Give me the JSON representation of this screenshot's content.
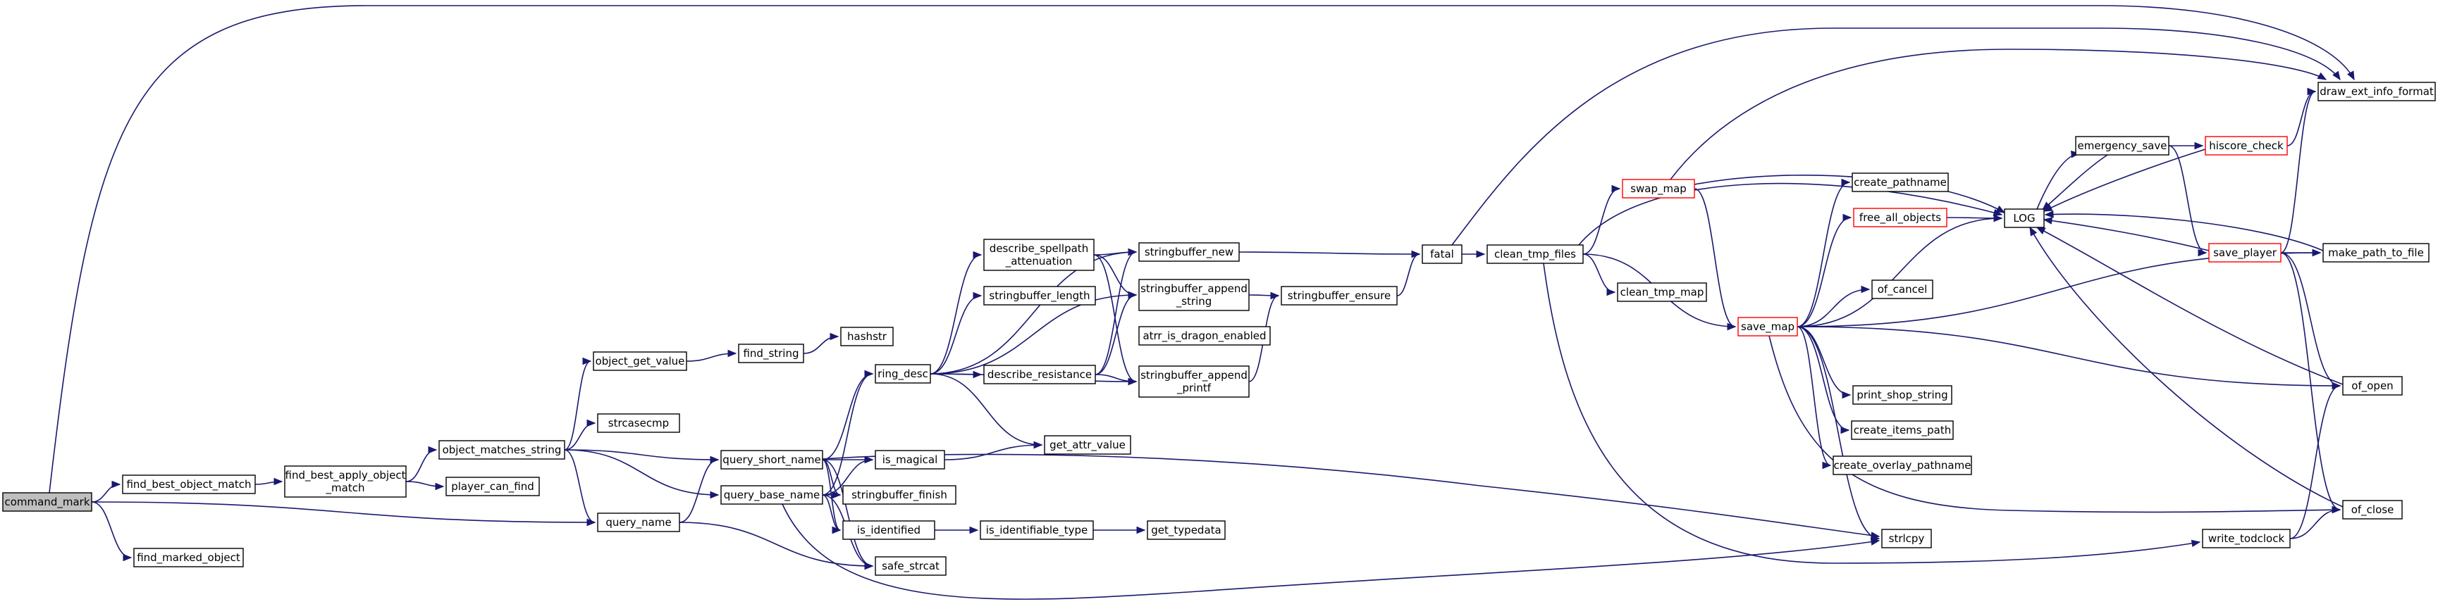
{
  "diagram": {
    "type": "call-graph",
    "colors": {
      "edge": "#191970",
      "root_fill": "#bfbfbf",
      "node_fill": "#ffffff",
      "node_border": "#000000",
      "truncated_border": "#ff0000"
    },
    "nodes": [
      {
        "id": "command_mark",
        "lines": [
          "command_mark"
        ],
        "root": true
      },
      {
        "id": "find_best_object_match",
        "lines": [
          "find_best_object_match"
        ]
      },
      {
        "id": "find_marked_object",
        "lines": [
          "find_marked_object"
        ]
      },
      {
        "id": "query_name",
        "lines": [
          "query_name"
        ]
      },
      {
        "id": "find_best_apply_object_match",
        "lines": [
          "find_best_apply_object",
          "_match"
        ]
      },
      {
        "id": "object_matches_string",
        "lines": [
          "object_matches_string"
        ]
      },
      {
        "id": "player_can_find",
        "lines": [
          "player_can_find"
        ]
      },
      {
        "id": "object_get_value",
        "lines": [
          "object_get_value"
        ]
      },
      {
        "id": "strcasecmp",
        "lines": [
          "strcasecmp"
        ]
      },
      {
        "id": "query_short_name",
        "lines": [
          "query_short_name"
        ]
      },
      {
        "id": "query_base_name",
        "lines": [
          "query_base_name"
        ]
      },
      {
        "id": "find_string",
        "lines": [
          "find_string"
        ]
      },
      {
        "id": "hashstr",
        "lines": [
          "hashstr"
        ]
      },
      {
        "id": "ring_desc",
        "lines": [
          "ring_desc"
        ]
      },
      {
        "id": "is_magical",
        "lines": [
          "is_magical"
        ]
      },
      {
        "id": "stringbuffer_finish",
        "lines": [
          "stringbuffer_finish"
        ]
      },
      {
        "id": "is_identified",
        "lines": [
          "is_identified"
        ]
      },
      {
        "id": "safe_strcat",
        "lines": [
          "safe_strcat"
        ]
      },
      {
        "id": "describe_spellpath_attenuation",
        "lines": [
          "describe_spellpath",
          "_attenuation"
        ]
      },
      {
        "id": "stringbuffer_length",
        "lines": [
          "stringbuffer_length"
        ]
      },
      {
        "id": "describe_resistance",
        "lines": [
          "describe_resistance"
        ]
      },
      {
        "id": "get_attr_value",
        "lines": [
          "get_attr_value"
        ]
      },
      {
        "id": "is_identifiable_type",
        "lines": [
          "is_identifiable_type"
        ]
      },
      {
        "id": "get_typedata",
        "lines": [
          "get_typedata"
        ]
      },
      {
        "id": "stringbuffer_new",
        "lines": [
          "stringbuffer_new"
        ]
      },
      {
        "id": "stringbuffer_append_string",
        "lines": [
          "stringbuffer_append",
          "_string"
        ]
      },
      {
        "id": "atrr_is_dragon_enabled",
        "lines": [
          "atrr_is_dragon_enabled"
        ]
      },
      {
        "id": "stringbuffer_append_printf",
        "lines": [
          "stringbuffer_append",
          "_printf"
        ]
      },
      {
        "id": "stringbuffer_ensure",
        "lines": [
          "stringbuffer_ensure"
        ]
      },
      {
        "id": "fatal",
        "lines": [
          "fatal"
        ]
      },
      {
        "id": "clean_tmp_files",
        "lines": [
          "clean_tmp_files"
        ]
      },
      {
        "id": "clean_tmp_map",
        "lines": [
          "clean_tmp_map"
        ]
      },
      {
        "id": "swap_map",
        "lines": [
          "swap_map"
        ],
        "truncated": true
      },
      {
        "id": "save_map",
        "lines": [
          "save_map"
        ],
        "truncated": true
      },
      {
        "id": "create_pathname",
        "lines": [
          "create_pathname"
        ]
      },
      {
        "id": "free_all_objects",
        "lines": [
          "free_all_objects"
        ],
        "truncated": true
      },
      {
        "id": "of_cancel",
        "lines": [
          "of_cancel"
        ]
      },
      {
        "id": "print_shop_string",
        "lines": [
          "print_shop_string"
        ]
      },
      {
        "id": "create_items_path",
        "lines": [
          "create_items_path"
        ]
      },
      {
        "id": "create_overlay_pathname",
        "lines": [
          "create_overlay_pathname"
        ]
      },
      {
        "id": "strlcpy",
        "lines": [
          "strlcpy"
        ]
      },
      {
        "id": "write_todclock",
        "lines": [
          "write_todclock"
        ]
      },
      {
        "id": "LOG",
        "lines": [
          "LOG"
        ]
      },
      {
        "id": "emergency_save",
        "lines": [
          "emergency_save"
        ]
      },
      {
        "id": "hiscore_check",
        "lines": [
          "hiscore_check"
        ],
        "truncated": true
      },
      {
        "id": "save_player",
        "lines": [
          "save_player"
        ],
        "truncated": true
      },
      {
        "id": "draw_ext_info_format",
        "lines": [
          "draw_ext_info_format"
        ]
      },
      {
        "id": "make_path_to_file",
        "lines": [
          "make_path_to_file"
        ]
      },
      {
        "id": "of_open",
        "lines": [
          "of_open"
        ]
      },
      {
        "id": "of_close",
        "lines": [
          "of_close"
        ]
      }
    ],
    "edges": [
      [
        "command_mark",
        "find_best_object_match"
      ],
      [
        "command_mark",
        "find_marked_object"
      ],
      [
        "command_mark",
        "query_name"
      ],
      [
        "command_mark",
        "draw_ext_info_format"
      ],
      [
        "find_best_object_match",
        "find_best_apply_object_match"
      ],
      [
        "find_best_apply_object_match",
        "object_matches_string"
      ],
      [
        "find_best_apply_object_match",
        "player_can_find"
      ],
      [
        "object_matches_string",
        "object_get_value"
      ],
      [
        "object_matches_string",
        "strcasecmp"
      ],
      [
        "object_matches_string",
        "query_short_name"
      ],
      [
        "object_matches_string",
        "query_base_name"
      ],
      [
        "object_matches_string",
        "query_name"
      ],
      [
        "object_get_value",
        "find_string"
      ],
      [
        "find_string",
        "hashstr"
      ],
      [
        "query_name",
        "query_short_name"
      ],
      [
        "query_name",
        "safe_strcat"
      ],
      [
        "query_short_name",
        "ring_desc"
      ],
      [
        "query_short_name",
        "is_magical"
      ],
      [
        "query_short_name",
        "stringbuffer_finish"
      ],
      [
        "query_short_name",
        "is_identified"
      ],
      [
        "query_short_name",
        "safe_strcat"
      ],
      [
        "query_short_name",
        "strlcpy"
      ],
      [
        "query_base_name",
        "ring_desc"
      ],
      [
        "query_base_name",
        "is_magical"
      ],
      [
        "query_base_name",
        "stringbuffer_finish"
      ],
      [
        "query_base_name",
        "is_identified"
      ],
      [
        "query_base_name",
        "safe_strcat"
      ],
      [
        "query_base_name",
        "strlcpy"
      ],
      [
        "ring_desc",
        "stringbuffer_new"
      ],
      [
        "ring_desc",
        "describe_spellpath_attenuation"
      ],
      [
        "ring_desc",
        "stringbuffer_length"
      ],
      [
        "ring_desc",
        "describe_resistance"
      ],
      [
        "ring_desc",
        "get_attr_value"
      ],
      [
        "ring_desc",
        "stringbuffer_append_string"
      ],
      [
        "ring_desc",
        "stringbuffer_append_printf"
      ],
      [
        "is_magical",
        "get_attr_value"
      ],
      [
        "is_identified",
        "is_identifiable_type"
      ],
      [
        "is_identifiable_type",
        "get_typedata"
      ],
      [
        "describe_spellpath_attenuation",
        "stringbuffer_new"
      ],
      [
        "describe_spellpath_attenuation",
        "stringbuffer_append_string"
      ],
      [
        "describe_spellpath_attenuation",
        "stringbuffer_append_printf"
      ],
      [
        "describe_resistance",
        "stringbuffer_new"
      ],
      [
        "describe_resistance",
        "stringbuffer_append_string"
      ],
      [
        "describe_resistance",
        "stringbuffer_append_printf"
      ],
      [
        "stringbuffer_new",
        "fatal"
      ],
      [
        "stringbuffer_append_string",
        "stringbuffer_ensure"
      ],
      [
        "stringbuffer_append_printf",
        "stringbuffer_ensure"
      ],
      [
        "stringbuffer_ensure",
        "fatal"
      ],
      [
        "fatal",
        "clean_tmp_files"
      ],
      [
        "fatal",
        "draw_ext_info_format"
      ],
      [
        "clean_tmp_files",
        "clean_tmp_map"
      ],
      [
        "clean_tmp_files",
        "swap_map"
      ],
      [
        "clean_tmp_files",
        "save_map"
      ],
      [
        "clean_tmp_files",
        "LOG"
      ],
      [
        "clean_tmp_files",
        "write_todclock"
      ],
      [
        "swap_map",
        "save_map"
      ],
      [
        "swap_map",
        "LOG"
      ],
      [
        "swap_map",
        "draw_ext_info_format"
      ],
      [
        "save_map",
        "create_pathname"
      ],
      [
        "save_map",
        "free_all_objects"
      ],
      [
        "save_map",
        "of_cancel"
      ],
      [
        "save_map",
        "print_shop_string"
      ],
      [
        "save_map",
        "create_items_path"
      ],
      [
        "save_map",
        "create_overlay_pathname"
      ],
      [
        "save_map",
        "strlcpy"
      ],
      [
        "save_map",
        "LOG"
      ],
      [
        "save_map",
        "make_path_to_file"
      ],
      [
        "save_map",
        "of_open"
      ],
      [
        "save_map",
        "of_close"
      ],
      [
        "free_all_objects",
        "LOG"
      ],
      [
        "LOG",
        "emergency_save"
      ],
      [
        "emergency_save",
        "LOG"
      ],
      [
        "emergency_save",
        "hiscore_check"
      ],
      [
        "emergency_save",
        "save_player"
      ],
      [
        "hiscore_check",
        "LOG"
      ],
      [
        "hiscore_check",
        "draw_ext_info_format"
      ],
      [
        "save_player",
        "LOG"
      ],
      [
        "save_player",
        "make_path_to_file"
      ],
      [
        "save_player",
        "draw_ext_info_format"
      ],
      [
        "save_player",
        "of_open"
      ],
      [
        "save_player",
        "of_close"
      ],
      [
        "make_path_to_file",
        "LOG"
      ],
      [
        "of_open",
        "LOG"
      ],
      [
        "of_close",
        "LOG"
      ],
      [
        "write_todclock",
        "of_open"
      ],
      [
        "write_todclock",
        "of_close"
      ]
    ]
  }
}
